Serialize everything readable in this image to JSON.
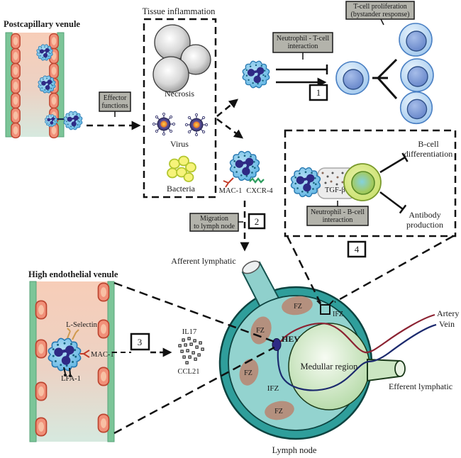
{
  "figure": {
    "title_left": "Postcapillary venule",
    "effector_box": {
      "line1": "Effector",
      "line2": "functions"
    },
    "tissue_box": {
      "title": "Tissue inflammation",
      "necrosis": "Necrosis",
      "virus": "Virus",
      "bacteria": "Bacteria"
    },
    "tcell_section": {
      "interaction_box": {
        "line1": "Neutrophil - T-cell",
        "line2": "interaction"
      },
      "proliferation_box": {
        "line1": "T-cell proliferation",
        "line2": "(bystander response)"
      },
      "step": "1"
    },
    "neutrophil_receptors": {
      "mac1": "MAC-1",
      "cxcr4": "CXCR-4"
    },
    "migration_box": {
      "line1": "Migration",
      "line2": "to lymph node",
      "step": "2"
    },
    "afferent_label": "Afferent lymphatic",
    "bcell_section": {
      "tgfb": "TGF-β",
      "interaction_box": {
        "line1": "Neutrophil - B-cell",
        "line2": "interaction"
      },
      "differentiation": {
        "line1": "B-cell",
        "line2": "differentiation"
      },
      "antibody": {
        "line1": "Antibody",
        "line2": "production"
      },
      "step": "4"
    },
    "hev_section": {
      "title": "High endothelial venule",
      "l_selectin": "L-Selectin",
      "mac1": "MAC-1",
      "lfa1": "LFA-1",
      "step": "3",
      "il17": "IL17",
      "ccl21": "CCL21"
    },
    "lymph_node": {
      "fz": "FZ",
      "ifz": "IFZ",
      "hev": "HEV",
      "medulla": "Medullar region",
      "artery": "Artery",
      "vein": "Vein",
      "efferent": "Efferent lymphatic",
      "caption": "Lymph node"
    },
    "palette": {
      "node_rim": "#2f9e9b",
      "node_fill": "#93d3cf",
      "follicle": "#b4907e",
      "medulla": "#a9d49a",
      "vessel_wall": "#7cc598",
      "endothelial_cell": "#f19079",
      "label_box": "#b3b3ab",
      "neutrophil_body": "#6ebde8",
      "neutrophil_nucleus": "#2e2a85",
      "tcell": "#a9cdef",
      "bcell": "#cfe47c",
      "artery": "#8c2332",
      "vein": "#1c2a6e",
      "afferent_tube": "#8fd0cc",
      "efferent_tube": "#cbe6c2"
    }
  }
}
